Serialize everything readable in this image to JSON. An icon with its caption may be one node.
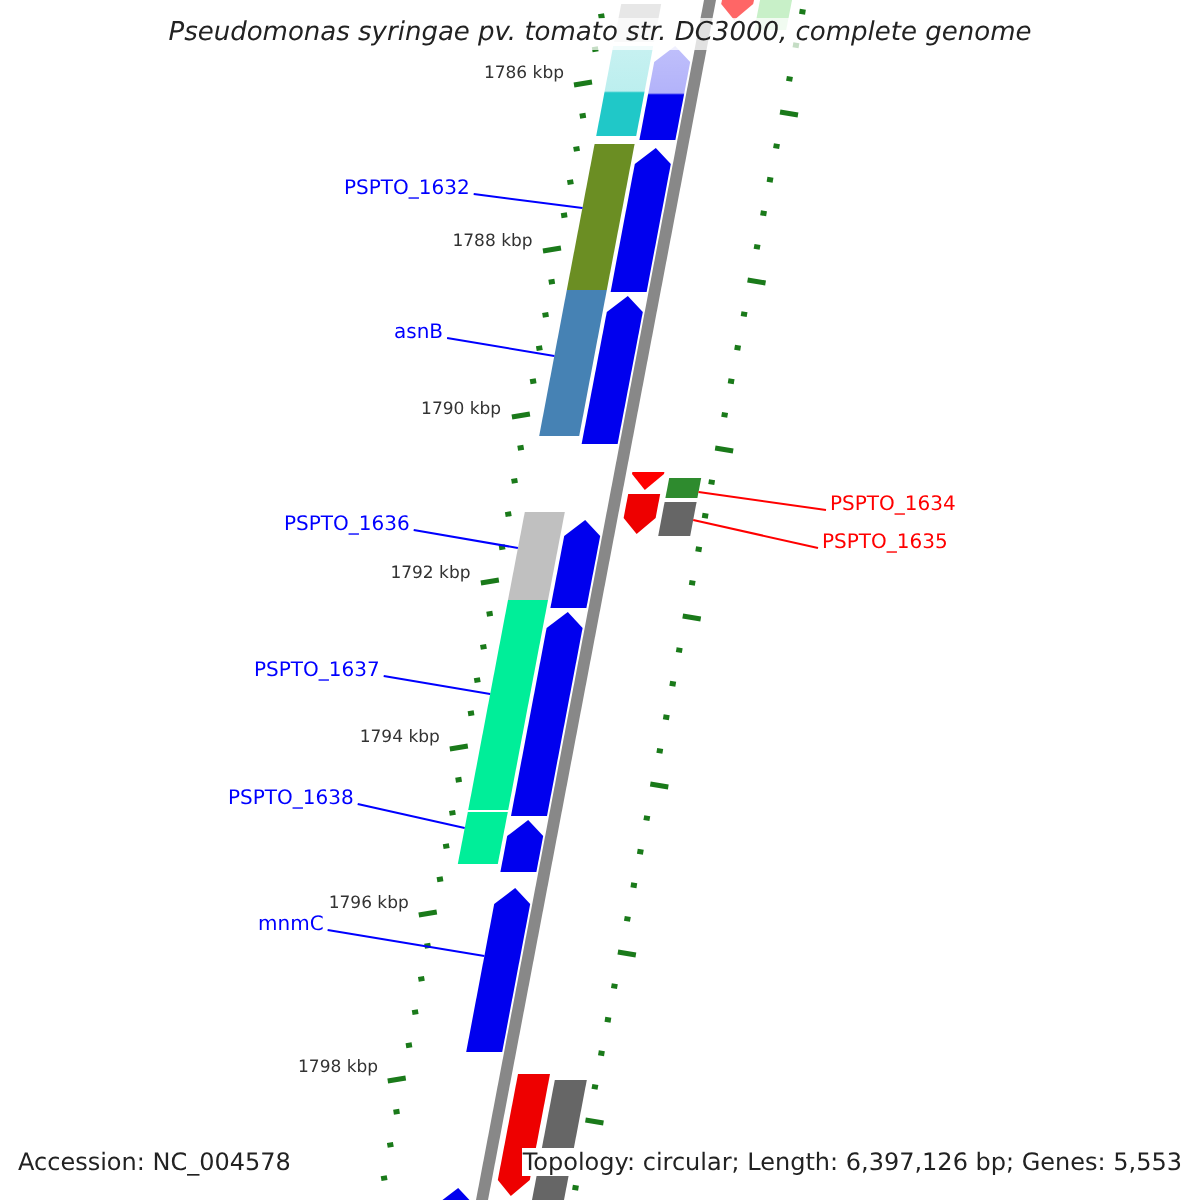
{
  "diagram": {
    "title": "Pseudomonas syringae pv. tomato str. DC3000, complete genome",
    "nodes": [
      {
        "text": [
          "PSPTO_1632"
        ]
      },
      {
        "text": [],
        "shape": "bar"
      },
      {
        "text": [
          "asnB"
        ]
      },
      {
        "text": [],
        "shape": "bar"
      },
      {
        "text": [
          "PSPTO_1634"
        ]
      },
      {
        "text": [],
        "shape": "bar"
      },
      {
        "text": [
          "PSPTO_1635"
        ]
      },
      {
        "text": [],
        "shape": "bar"
      },
      {
        "text": [
          "PSPTO_1636"
        ]
      },
      {
        "text": [],
        "shape": "bar"
      },
      {
        "text": [
          "PSPTO_1637"
        ]
      },
      {
        "text": [],
        "shape": "bar"
      },
      {
        "text": [
          "PSPTO_1638"
        ]
      },
      {
        "text": [],
        "shape": "bar"
      },
      {
        "text": [
          "mnmC"
        ]
      },
      {
        "text": [],
        "shape": "arrow"
      },
      {
        "text": [],
        "shape": "arrow"
      },
      {
        "text": [],
        "shape": "bar"
      },
      {
        "text": [],
        "shape": "bar"
      },
      {
        "text": [],
        "shape": "bar"
      },
      {
        "text": [],
        "shape": "arrow"
      },
      {
        "text": [],
        "shape": "arrow"
      },
      {
        "text": [],
        "shape": "arrow"
      },
      {
        "text": [],
        "shape": "arrow"
      },
      {
        "text": [],
        "shape": "arrow"
      },
      {
        "text": [],
        "shape": "arrow"
      },
      {
        "text": [],
        "shape": "arrow"
      },
      {
        "text": [],
        "shape": "arrow"
      },
      {
        "text": [],
        "shape": "arrow"
      },
      {
        "text": [],
        "shape": "bar"
      },
      {
        "text": [],
        "shape": "arrow"
      }
    ],
    "edges": [
      {
        "from": 0,
        "to": 1,
        "arrow": "none"
      },
      {
        "from": 2,
        "to": 3,
        "arrow": "none"
      },
      {
        "from": 4,
        "to": 5,
        "arrow": "none",
        "color": "#ff0000"
      },
      {
        "from": 6,
        "to": 7,
        "arrow": "none",
        "color": "#ff0000"
      },
      {
        "from": 8,
        "to": 9,
        "arrow": "none"
      },
      {
        "from": 10,
        "to": 11,
        "arrow": "none"
      },
      {
        "from": 12,
        "to": 13,
        "arrow": "none"
      },
      {
        "from": 14,
        "to": 15,
        "arrow": "none"
      }
    ],
    "labels": [
      "1786 kbp",
      "1788 kbp",
      "1790 kbp",
      "1792 kbp",
      "1794 kbp",
      "1796 kbp",
      "1798 kbp",
      "Accession: NC_004578",
      "Topology: circular; Length: 6,397,126 bp; Genes: 5,553"
    ]
  }
}
